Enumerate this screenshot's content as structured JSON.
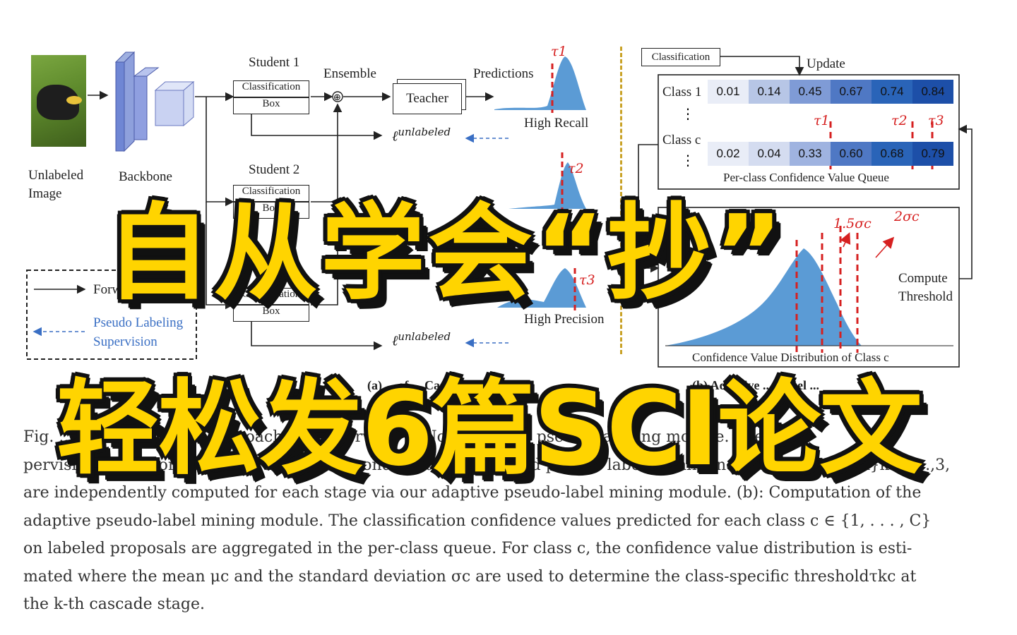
{
  "figure": {
    "left_panel": {
      "input_label_line1": "Unlabeled",
      "input_label_line2": "Image",
      "backbone_label": "Backbone",
      "student1_title": "Student 1",
      "student2_title": "Student 2",
      "classification_label": "Classification",
      "box_label": "Box",
      "ensemble_label": "Ensemble",
      "teacher_label": "Teacher",
      "predictions_label": "Predictions",
      "high_recall_label": "High Recall",
      "high_precision_label": "High Precision",
      "loss_label": "ℓ",
      "loss_superscript": "unlabeled",
      "tau1": "τ1",
      "tau2": "τ2",
      "tau3": "τ3",
      "legend_forward": "Forward",
      "legend_pseudo_line1": "Pseudo Labeling",
      "legend_pseudo_line2": "Supervision"
    },
    "right_panel": {
      "classification_tag": "Classification",
      "update_label": "Update",
      "class1_label": "Class 1",
      "classc_label": "Class c",
      "class1_values": [
        "0.01",
        "0.14",
        "0.45",
        "0.67",
        "0.74",
        "0.84"
      ],
      "classc_values": [
        "0.02",
        "0.04",
        "0.33",
        "0.60",
        "0.68",
        "0.79"
      ],
      "queue_label": "Per-class Confidence Value Queue",
      "tau1": "τ1",
      "tau2": "τ2",
      "tau3": "τ3",
      "sigma_label_a": "1.5σc",
      "sigma_label_b": "2σc",
      "compute_line1": "Compute",
      "compute_line2": "Threshold",
      "distribution_label": "Confidence Value Distribution of Class c",
      "cell_colors": [
        "#e9edf7",
        "#b7c6e6",
        "#7f9bd6",
        "#4f78c4",
        "#2a64b8",
        "#1d4fa8"
      ]
    },
    "subcaption_a": "(a) ... of ... Cascade",
    "subcaption_b": "(b) Adaptive ... Label ..."
  },
  "caption": {
    "line1": "Fig. ... Preliminaries ... approach. (a): Overview ... Note ... the ... pseudo labeling module. The su-",
    "line2": "pervision signal for unlabeled data corresponds to the ensembled pseudo label. Confidence thresholds, {τk}k∈1,...,3,",
    "line3": "are independently computed for each stage via our adaptive pseudo-label mining module. (b): Computation of the",
    "line4": "adaptive pseudo-label mining module. The classification confidence values predicted for each class c ∈ {1, . . . , C}",
    "line5": "on labeled proposals are aggregated in the per-class queue. For class c, the confidence value distribution is esti-",
    "line6": "mated where the mean μc and the standard deviation σc are used to determine the class-specific thresholdτkc at",
    "line7": "the k-th cascade stage."
  },
  "overlay": {
    "title_line1": "自从学会“抄”",
    "title_line2": "轻松发6篇SCI论文"
  },
  "colors": {
    "overlay_fill": "#ffd400",
    "overlay_outline": "#111111",
    "threshold_red": "#d62020",
    "distribution_blue": "#5b9bd5",
    "divider_gold": "#c9a227"
  }
}
